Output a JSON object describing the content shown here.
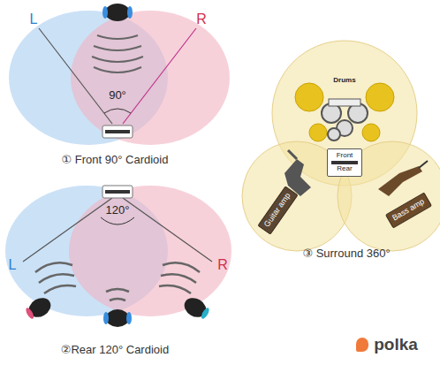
{
  "diagram": {
    "nodes": [
      {
        "text": [
          "Front",
          "Rear"
        ]
      },
      {
        "text": [
          "Guitar amp"
        ]
      },
      {
        "text": [
          "Bass amp"
        ]
      }
    ],
    "labels": [
      "L",
      "R",
      "90°",
      "① Front 90° Cardioid",
      "L",
      "R",
      "120°",
      "②Rear 120° Cardioid",
      "Drums",
      "③ Surround 360°",
      "polka"
    ]
  }
}
